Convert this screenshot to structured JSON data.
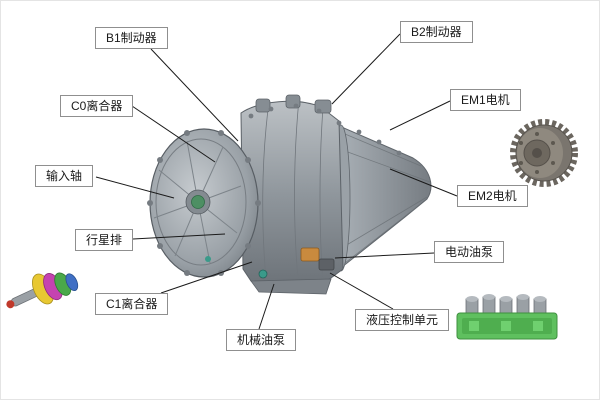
{
  "diagram": {
    "title_hint": "hybrid-transmission-annotated-diagram",
    "labels": {
      "b1_brake": "B1制动器",
      "b2_brake": "B2制动器",
      "c0_clutch": "C0离合器",
      "em1_motor": "EM1电机",
      "input_shaft": "输入轴",
      "em2_motor": "EM2电机",
      "planetary_row": "行星排",
      "electric_oil_pump": "电动油泵",
      "c1_clutch": "C1离合器",
      "hydraulic_control_unit": "液压控制单元",
      "mechanical_oil_pump": "机械油泵"
    },
    "colors": {
      "housing_gray": "#8f969c",
      "label_border": "#8f8f8f",
      "leader_line": "#1a1a1a",
      "hydraulic_green": "#5fc05f",
      "pump_orange": "#c98a3e",
      "hub_green": "#4d8f63"
    }
  }
}
